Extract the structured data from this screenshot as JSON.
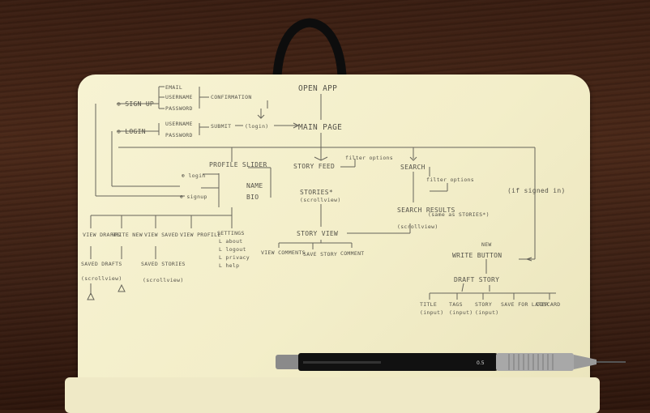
{
  "sketch": {
    "open_app": "OPEN APP",
    "sign_up": "⊕ SIGN UP",
    "email": "EMAIL",
    "username": "USERNAME",
    "password": "PASSWORD",
    "confirmation": "CONFIRMATION",
    "login": "⊕ LOGIN",
    "username2": "USERNAME",
    "password2": "PASSWORD",
    "submit": "SUBMIT",
    "login_paren": "(login)",
    "main_page": "MAIN PAGE",
    "filter_options_1": "filter options",
    "search": "SEARCH",
    "filter_options_2": "filter options",
    "profile_slider": "PROFILE SLIDER",
    "login_small": "⊕ login",
    "signup_small": "⊕ signup",
    "name": "NAME",
    "bio": "BIO",
    "story_feed": "STORY FEED",
    "stories": "STORIES*",
    "scrollview_1": "(scrollview)",
    "search_results": "SEARCH RESULTS",
    "same_as_stories": "(same as STORIES*)",
    "scrollview_2": "(scrollview)",
    "if_signed_in": "(if signed in)",
    "view_drafts": "VIEW DRAFTS",
    "write_new": "WRITE NEW",
    "view_saved": "VIEW SAVED",
    "view_profile": "VIEW PROFILE",
    "settings": "SETTINGS",
    "settings_items": [
      "L about",
      "L logout",
      "L privacy",
      "L help"
    ],
    "saved_drafts": "SAVED DRAFTS",
    "scrollview_3": "(scrollview)",
    "saved_stories": "SAVED STORIES",
    "scrollview_4": "(scrollview)",
    "story_view": "STORY VIEW",
    "view_comments": "VIEW COMMENTS",
    "save_story": "SAVE STORY",
    "comment": "COMMENT",
    "new": "NEW",
    "write_button": "WRITE BUTTON",
    "draft_story": "DRAFT STORY",
    "title": "TITLE",
    "input_1": "(input)",
    "tags": "TAGS",
    "input_2": "(input)",
    "story": "STORY",
    "input_3": "(input)",
    "save_for_later": "SAVE FOR LATER",
    "discard": "DISCARD"
  },
  "pen_text": "0.5"
}
